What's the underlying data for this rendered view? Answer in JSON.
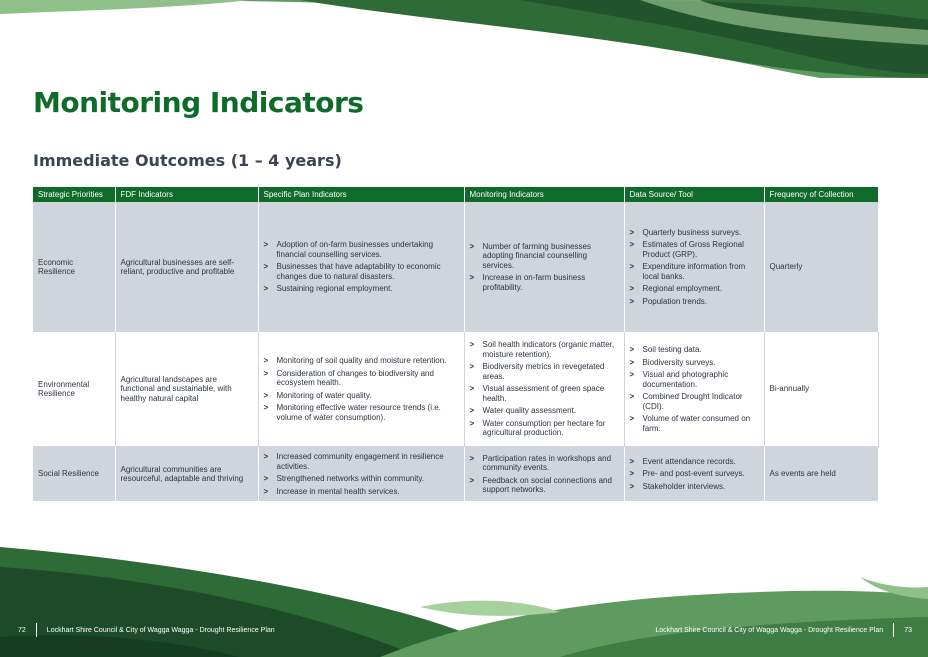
{
  "page": {
    "title": "Monitoring Indicators",
    "subtitle": "Immediate Outcomes (1 – 4 years)"
  },
  "table": {
    "headers": [
      "Strategic Priorities",
      "FDF Indicators",
      "Specific Plan Indicators",
      "Monitoring Indicators",
      "Data Source/ Tool",
      "Frequency of Collection"
    ],
    "rows": [
      {
        "priority": "Economic Resilience",
        "fdf": "Agricultural businesses are self-reliant, productive and profitable",
        "plan": [
          "Adoption of on-farm businesses undertaking financial counselling services.",
          "Businesses that have adaptability to economic changes due to natural disasters.",
          "Sustaining regional employment."
        ],
        "monitoring": [
          "Number of farming businesses adopting financial counselling services.",
          "Increase in on-farm business profitability."
        ],
        "source": [
          "Quarterly business surveys.",
          "Estimates of Gross Regional Product (GRP).",
          "Expenditure information from local banks.",
          "Regional employment.",
          "Population trends."
        ],
        "frequency": "Quarterly"
      },
      {
        "priority": "Environmental Resilience",
        "fdf": "Agricultural landscapes are functional and sustainable, with healthy natural capital",
        "plan": [
          "Monitoring of soil quality and moisture retention.",
          "Consideration of changes to biodiversity and ecosystem health.",
          "Monitoring of water quality.",
          "Monitoring effective water resource trends (i.e. volume of water consumption)."
        ],
        "monitoring": [
          "Soil health indicators (organic matter, moisture retention).",
          "Biodiversity metrics in revegetated areas.",
          "Visual assessment of green space health.",
          "Water quality assessment.",
          "Water consumption per hectare for agricultural production."
        ],
        "source": [
          "Soil testing data.",
          "Biodiversity surveys.",
          "Visual and photographic documentation.",
          "Combined Drought Indicator (CDI).",
          "Volume of water consumed on farm."
        ],
        "frequency": "Bi-annually"
      },
      {
        "priority": "Social Resilience",
        "fdf": "Agricultural communities are resourceful, adaptable and thriving",
        "plan": [
          "Increased community engagement in resilience activities.",
          "Strengthened networks within community.",
          "Increase in mental health services."
        ],
        "monitoring": [
          "Participation rates in workshops and community events.",
          "Feedback on social connections and support networks."
        ],
        "source": [
          "Event attendance records.",
          "Pre- and post-event surveys.",
          "Stakeholder interviews."
        ],
        "frequency": "As events are held"
      }
    ]
  },
  "footer": {
    "left_page": "72",
    "left_text": "Lockhart Shire Council & City of Wagga Wagga - Drought Resilience Plan",
    "right_text": "Lockhart Shire Council & City of Wagga Wagga - Drought Resilience Plan",
    "right_page": "73"
  },
  "icons": {
    "bullet": "chevron-right-icon"
  },
  "colors": {
    "heading_green": "#0f6b2a",
    "row_shade": "#cfd5dd",
    "leaf_dark": "#1f5a2c",
    "leaf_light": "#7fb277"
  }
}
